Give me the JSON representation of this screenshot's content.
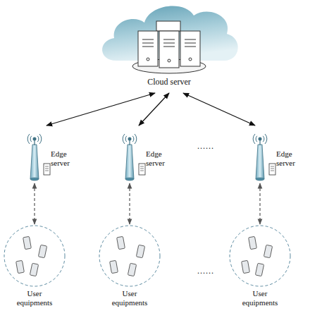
{
  "diagram": {
    "nodes": [
      {
        "text": [
          "Cloud server"
        ]
      },
      {
        "text": [
          "Edge server"
        ]
      },
      {
        "text": [
          "Edge server"
        ]
      },
      {
        "text": [
          "Edge server"
        ]
      },
      {
        "text": [
          "User equipments"
        ]
      },
      {
        "text": [
          "User equipments"
        ]
      },
      {
        "text": [
          "User equipments"
        ]
      }
    ],
    "edges": [
      {
        "from": 0,
        "to": 1,
        "arrow": "both"
      },
      {
        "from": 0,
        "to": 2,
        "arrow": "both"
      },
      {
        "from": 0,
        "to": 3,
        "arrow": "both"
      },
      {
        "from": 1,
        "to": 4,
        "arrow": "both"
      },
      {
        "from": 2,
        "to": 5,
        "arrow": "both"
      },
      {
        "from": 3,
        "to": 6,
        "arrow": "both"
      }
    ],
    "labels": [
      "......",
      "......"
    ]
  }
}
